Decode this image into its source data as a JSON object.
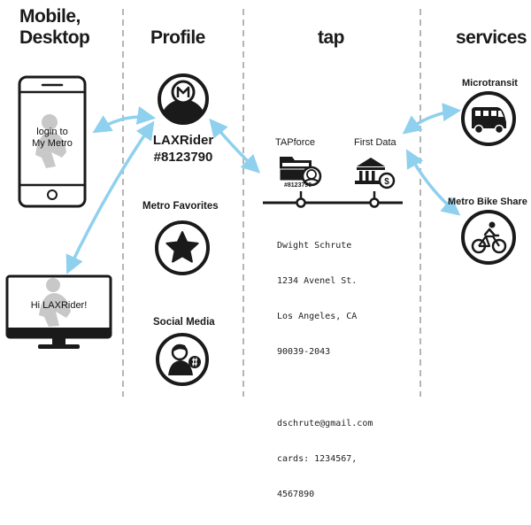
{
  "columns": {
    "devices": [
      "Mobile,",
      "Desktop"
    ],
    "profile": "Profile",
    "tap": "tap",
    "services": "services"
  },
  "phone_screen": [
    "login to",
    "My Metro"
  ],
  "desktop_screen": "Hi LAXRider!",
  "profile": {
    "username": "LAXRider",
    "card_number": "#8123790",
    "favorites_label": "Metro Favorites",
    "social_label": "Social Media"
  },
  "tap": {
    "tapforce_label": "TAPforce",
    "firstdata_label": "First Data",
    "folder_card_number": "#8123790",
    "record_lines": [
      "Dwight Schrute",
      "1234 Avenel St.",
      "Los Angeles, CA",
      "90039-2043",
      "",
      "dschrute@gmail.com",
      "cards: 1234567,",
      "4567890"
    ]
  },
  "services": {
    "microtransit_label": "Microtransit",
    "bikeshare_label": "Metro Bike Share"
  },
  "colors": {
    "arrow": "#8ed0ee",
    "ink": "#1a1a1a",
    "divider": "#b5b5b5",
    "ghost": "#c8c8c8"
  },
  "icons": [
    "phone-icon",
    "monitor-icon",
    "metro-user-icon",
    "star-icon",
    "social-media-icon",
    "folder-icon",
    "bank-icon",
    "van-icon",
    "bicycle-icon"
  ]
}
